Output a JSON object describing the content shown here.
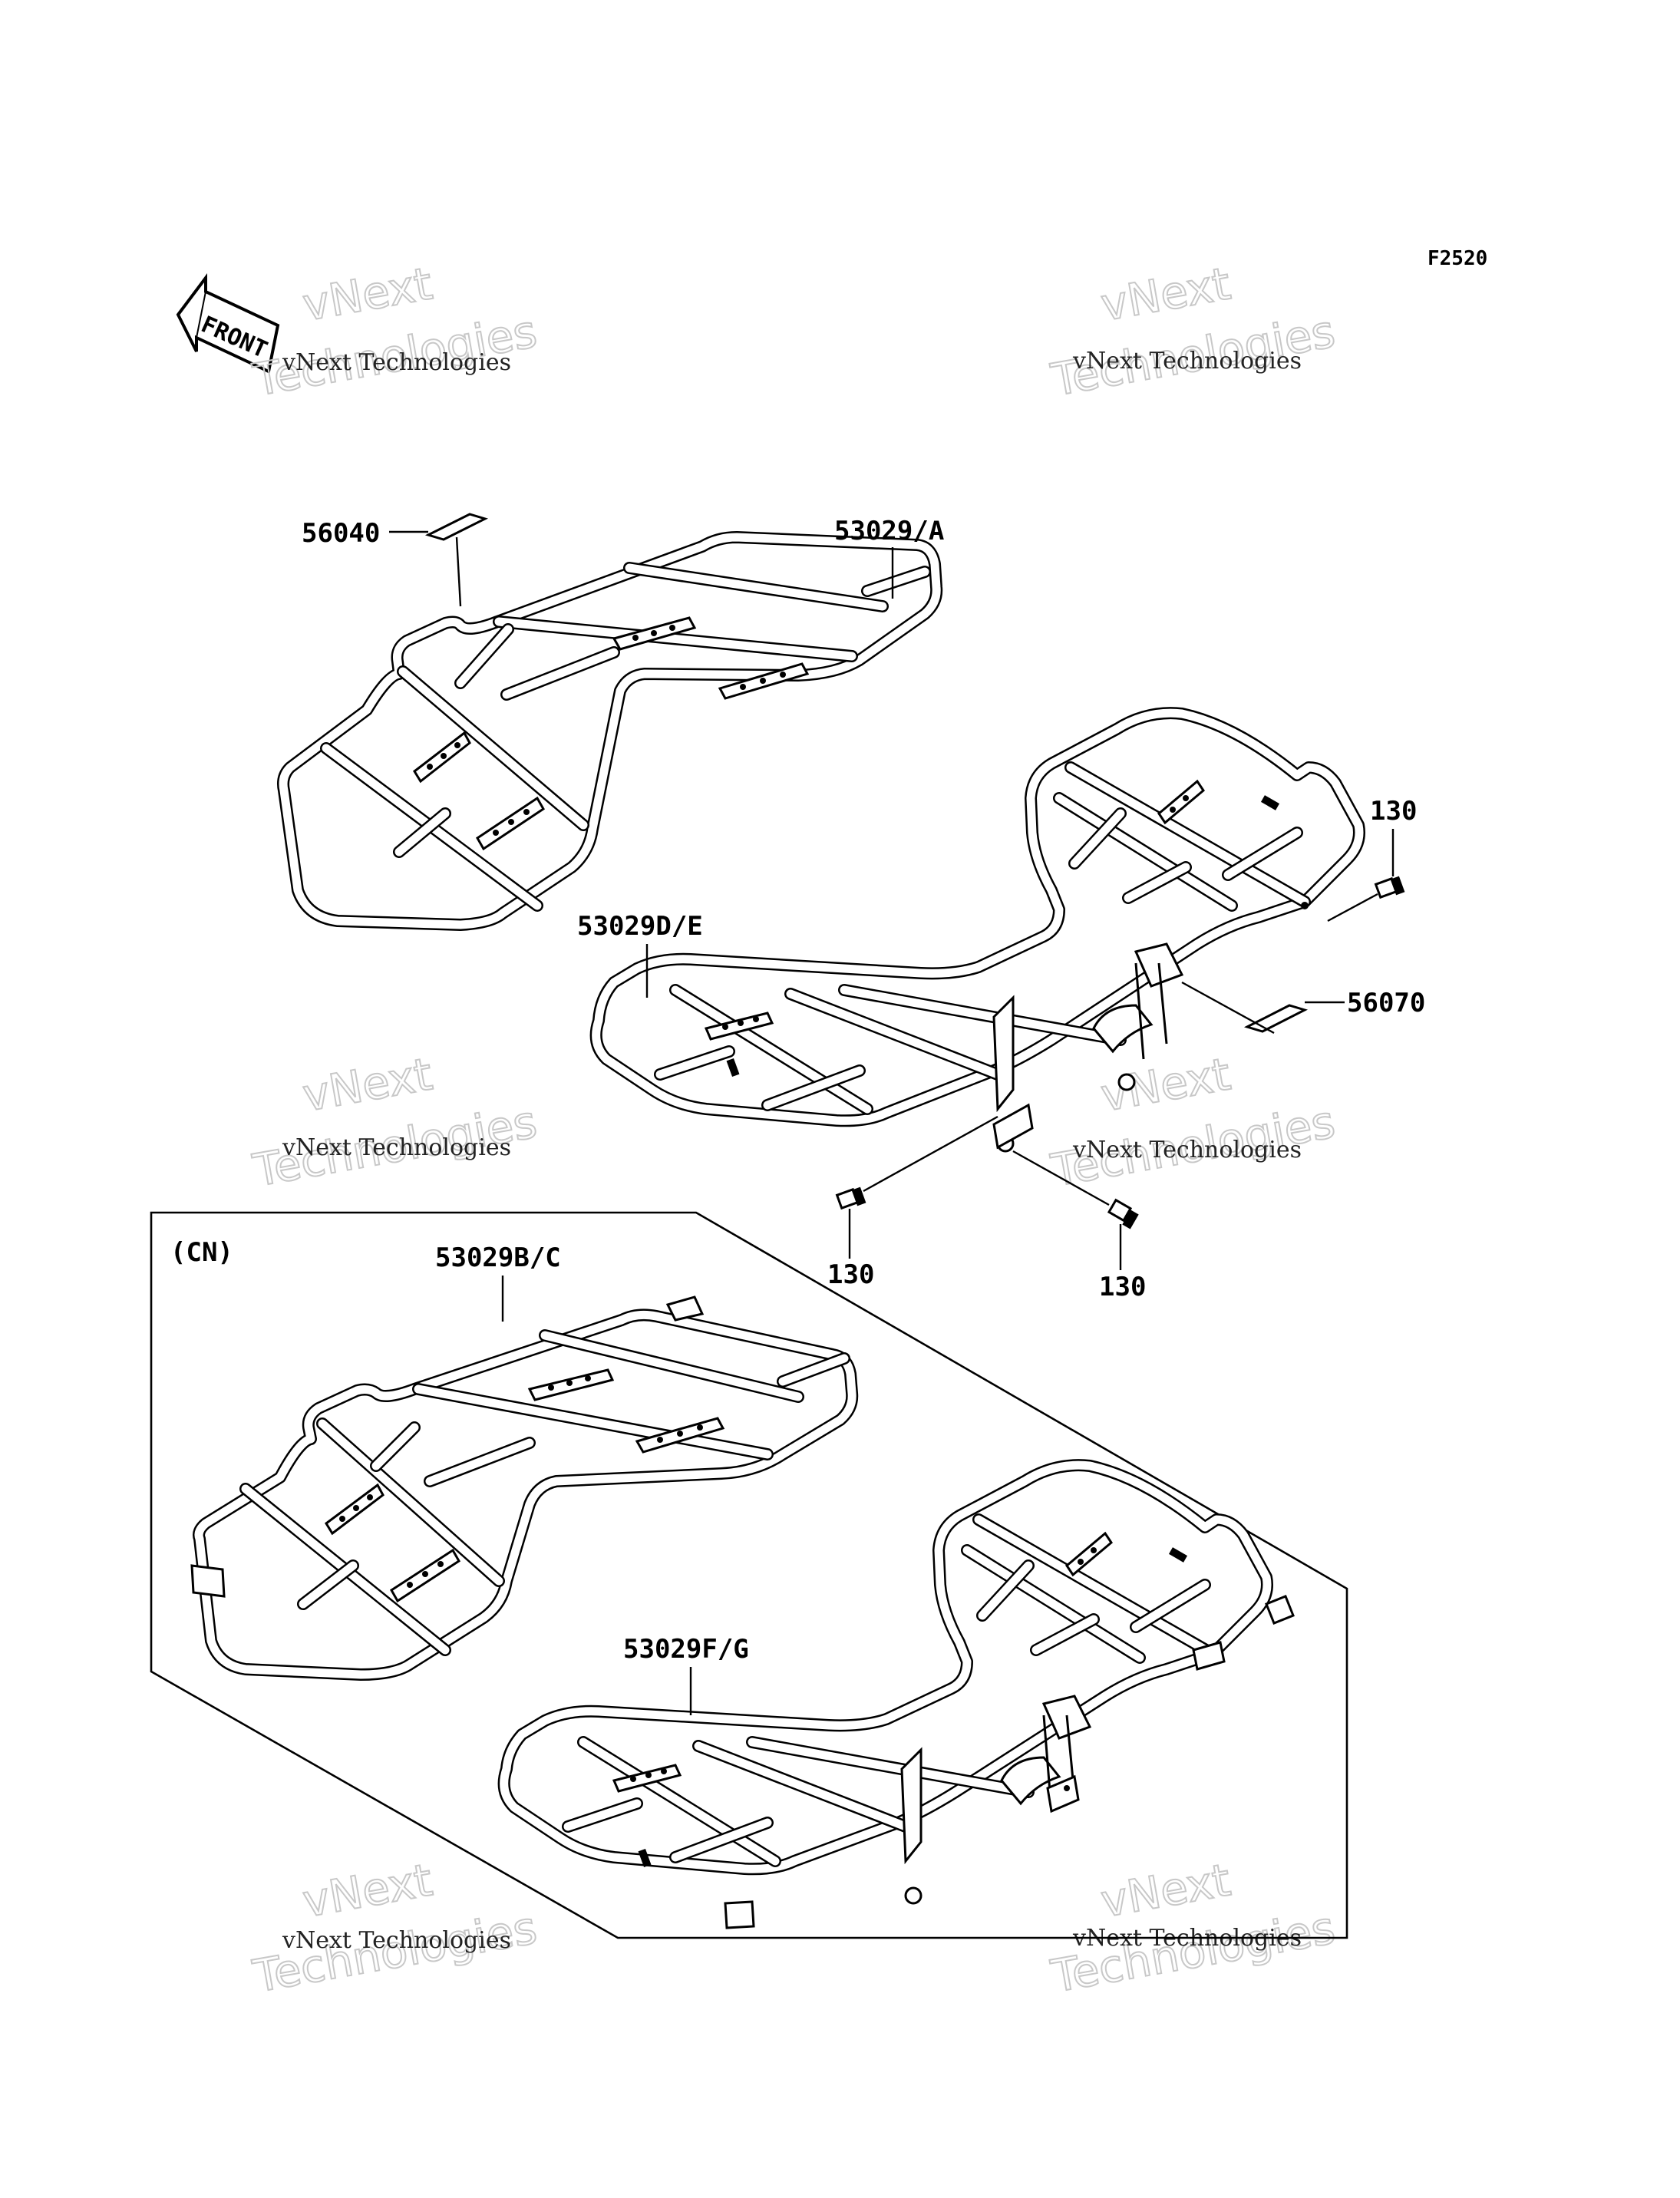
{
  "figure_code": "F2520",
  "front_arrow_label": "FRONT",
  "watermarks": {
    "small_text": "vNext Technologies",
    "big_line1": "vNext",
    "big_line2": "Technologies"
  },
  "variant_box_label": "(CN)",
  "callouts": {
    "rear_carrier": "53029/A",
    "label_front": "56040",
    "front_carrier": "53029D/E",
    "label_rear": "56070",
    "bolt_right": "130",
    "bolt_center": "130",
    "bolt_lower": "130",
    "cn_rear_carrier": "53029B/C",
    "cn_front_carrier": "53029F/G"
  }
}
